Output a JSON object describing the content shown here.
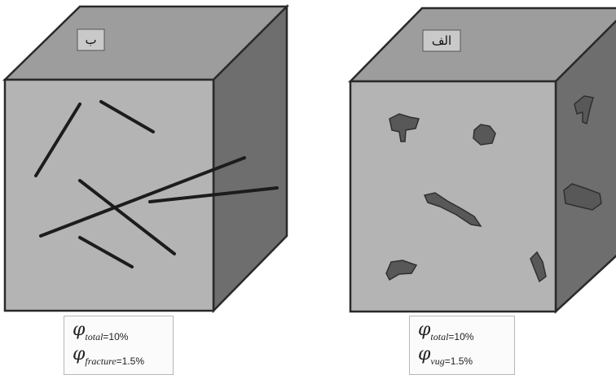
{
  "left_cube": {
    "tag": "ب",
    "caption": {
      "line1_symbol": "φ",
      "line1_sub": "total",
      "line1_value": "=10%",
      "line2_symbol": "φ",
      "line2_sub": "fracture",
      "line2_value": "=1.5%"
    }
  },
  "right_cube": {
    "tag": "الف",
    "caption": {
      "line1_symbol": "φ",
      "line1_sub": "total",
      "line1_value": "=10%",
      "line2_symbol": "φ",
      "line2_sub": "vug",
      "line2_value": "=1.5%"
    }
  },
  "colors": {
    "front_face": "#b4b4b4",
    "top_face": "#9d9d9d",
    "side_face": "#6e6e6e",
    "edge": "#2a2a2a",
    "vug_fill": "#585858"
  }
}
